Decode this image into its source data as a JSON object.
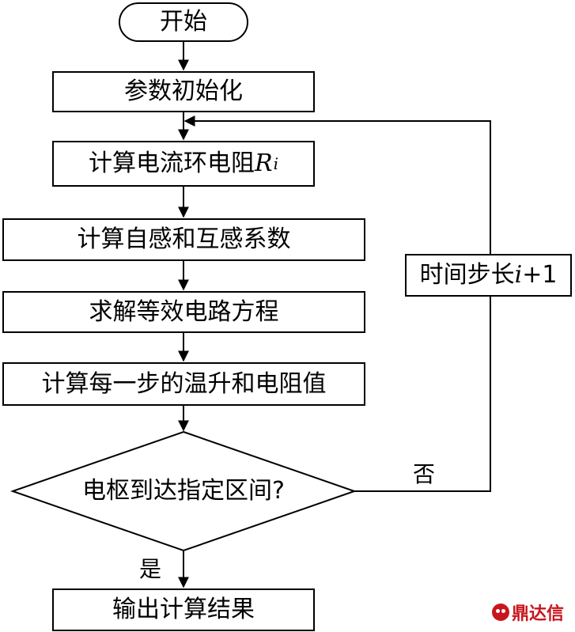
{
  "nodes": {
    "start": "开始",
    "init": "参数初始化",
    "calc_resistance_text": "计算电流环电阻",
    "calc_resistance_var": "R",
    "calc_resistance_sub": "i",
    "calc_inductance": "计算自感和互感系数",
    "solve_circuit": "求解等效电路方程",
    "calc_temp": "计算每一步的温升和电阻值",
    "decision": "电枢到达指定区间?",
    "time_step_text": "时间步长",
    "time_step_var": "i",
    "time_step_suffix": "+1",
    "output": "输出计算结果"
  },
  "edge_labels": {
    "no": "否",
    "yes": "是"
  },
  "watermark": {
    "text": "鼎达信",
    "color": "#c8161d"
  }
}
